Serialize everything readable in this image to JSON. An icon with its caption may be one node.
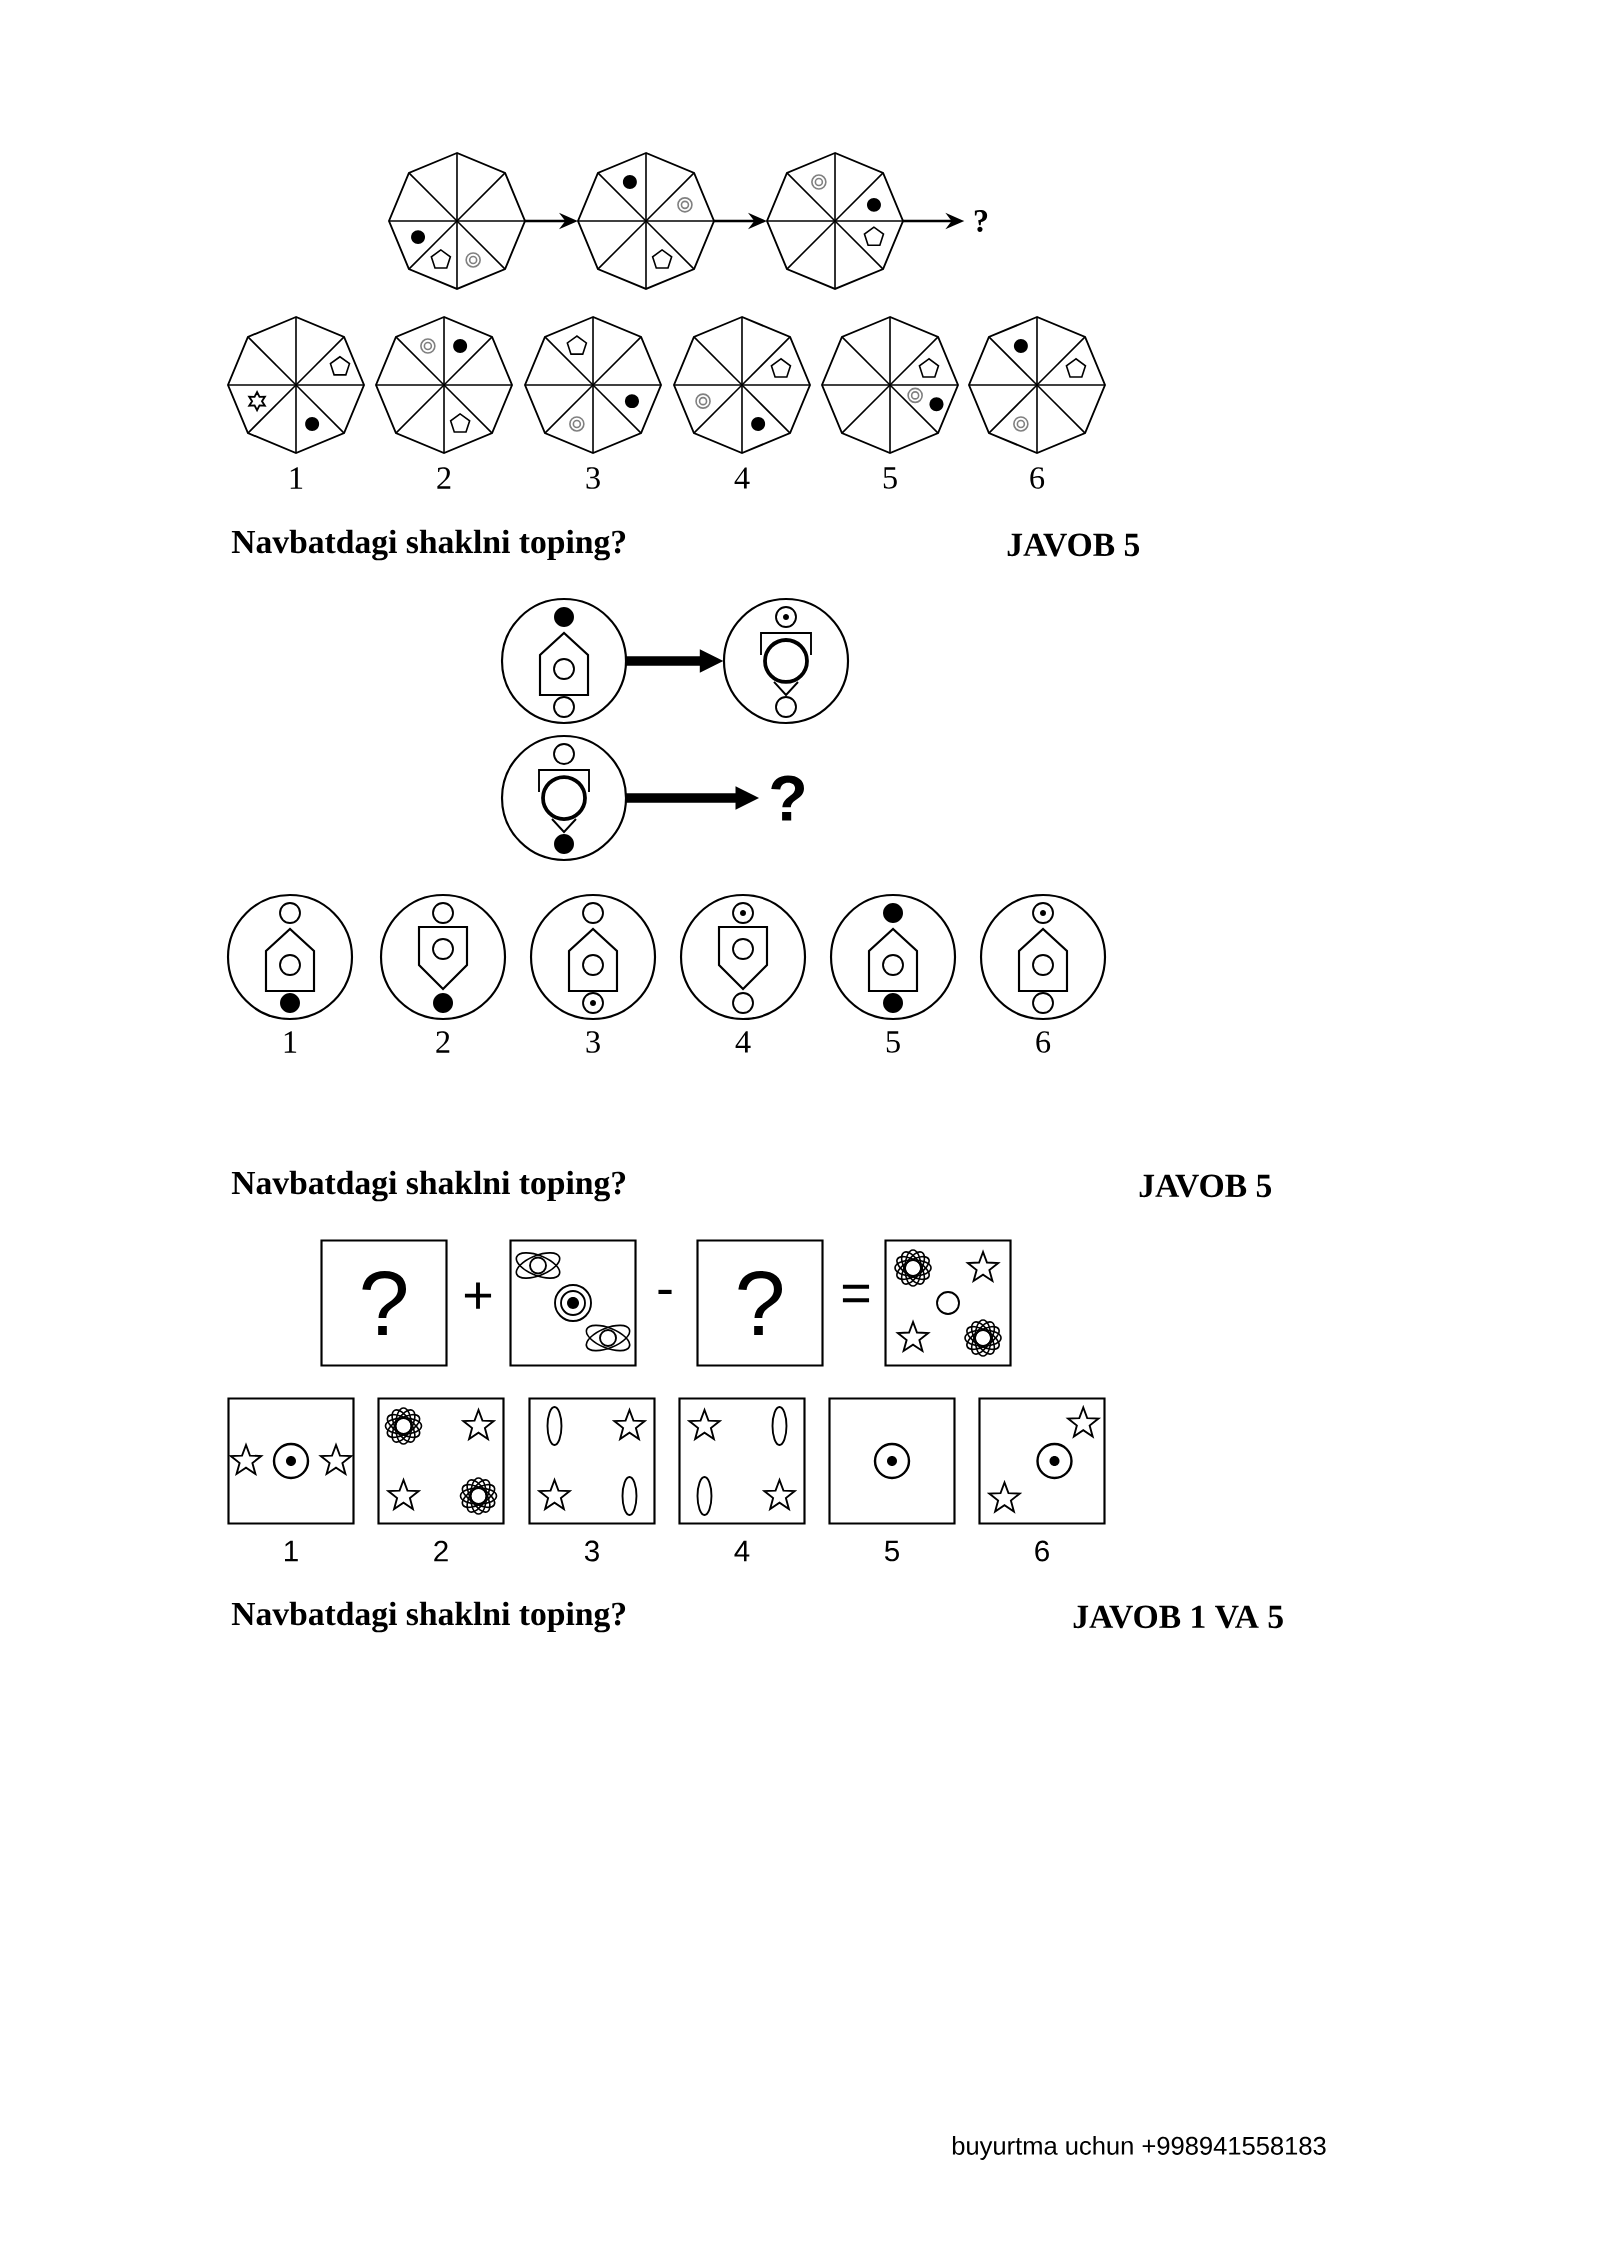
{
  "diagram": {
    "nodes": [
      {
        "text": [],
        "shape": "octagon"
      },
      {
        "text": [],
        "shape": "octagon"
      },
      {
        "text": [],
        "shape": "octagon"
      },
      {
        "text": [
          "?"
        ]
      },
      {
        "text": [],
        "shape": "circle"
      },
      {
        "text": [],
        "shape": "circle"
      },
      {
        "text": [],
        "shape": "circle"
      },
      {
        "text": [
          "?"
        ]
      },
      {
        "text": [
          "?"
        ]
      },
      {
        "text": [],
        "shape": "box"
      },
      {
        "text": [
          "?"
        ]
      },
      {
        "text": [],
        "shape": "box"
      }
    ],
    "edges": [
      {
        "from": 0,
        "to": 1,
        "arrow": "to"
      },
      {
        "from": 1,
        "to": 2,
        "arrow": "to"
      },
      {
        "from": 2,
        "to": 3,
        "arrow": "to"
      },
      {
        "from": 4,
        "to": 5,
        "arrow": "to",
        "style": "thick"
      },
      {
        "from": 6,
        "to": 7,
        "arrow": "to",
        "style": "thick"
      }
    ],
    "labels": [
      "1",
      "2",
      "3",
      "4",
      "5",
      "6",
      "Navbatdagi shaklni toping?",
      "JAVOB 5",
      "1",
      "2",
      "3",
      "4",
      "5",
      "6",
      "Navbatdagi shaklni toping?",
      "JAVOB 5",
      "+",
      "-",
      "=",
      "1",
      "2",
      "3",
      "4",
      "5",
      "6",
      "Navbatdagi shaklni toping?",
      "JAVOB  1 VA 5",
      "buyurtma uchun +998941558183"
    ]
  }
}
